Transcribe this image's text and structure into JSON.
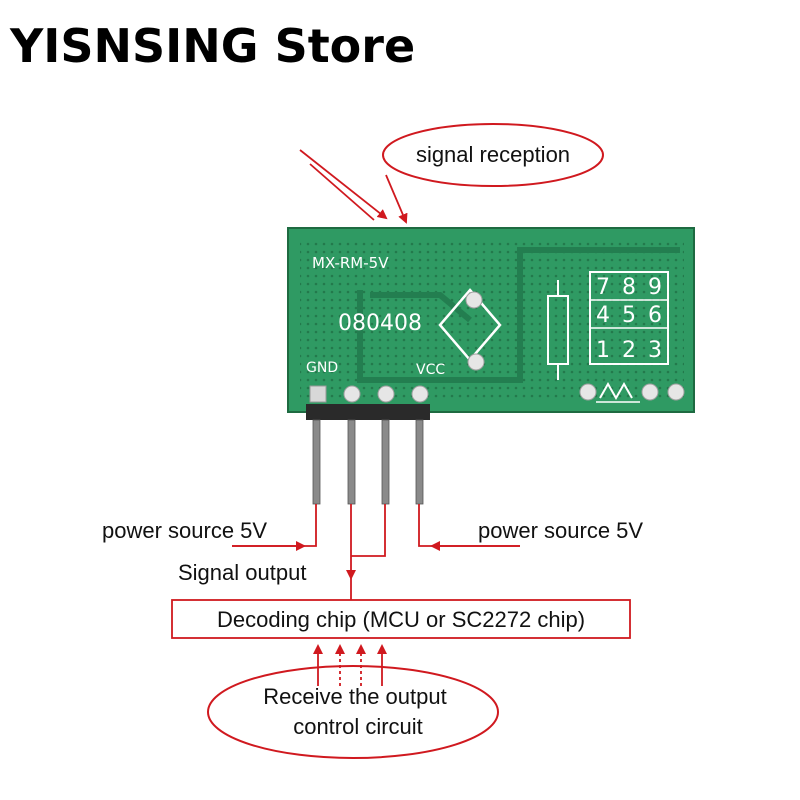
{
  "header": {
    "store_name": "YISNSING Store"
  },
  "module": {
    "model": "MX-RM-5V",
    "code": "080408",
    "pin_left_label": "GND",
    "pin_right_label": "VCC",
    "keypad": [
      [
        "7",
        "8",
        "9"
      ],
      [
        "4",
        "5",
        "6"
      ],
      [
        "1",
        "2",
        "3"
      ]
    ],
    "board_color": "#2f9a63",
    "pin_color": "#8a8a8a"
  },
  "annotations": {
    "antenna": "signal reception",
    "left_power": "power source 5V",
    "right_power": "power source 5V",
    "signal_output": "Signal output",
    "decoder": "Decoding chip (MCU or SC2272 chip)",
    "receive_line1": "Receive the output",
    "receive_line2": "control circuit"
  },
  "colors": {
    "accent": "#d0191f",
    "text": "#111111"
  }
}
